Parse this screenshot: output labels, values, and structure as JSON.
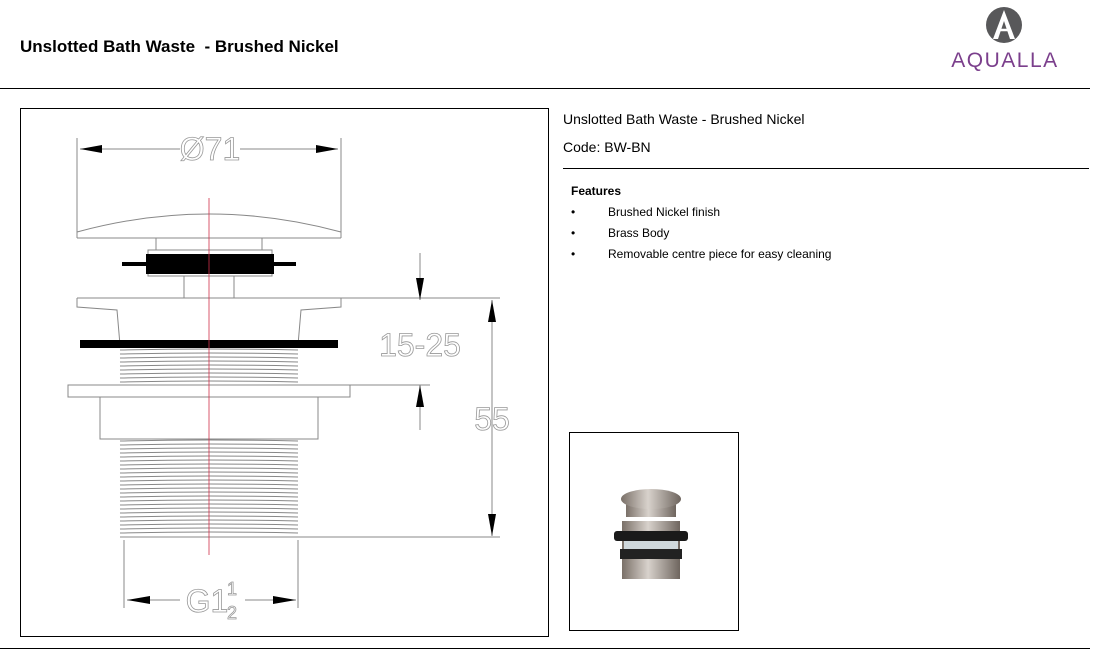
{
  "header": {
    "title": "Unslotted Bath Waste  - Brushed Nickel",
    "logo_text": "AQUALLA",
    "logo_icon": "a-circle-logo"
  },
  "product": {
    "name": "Unslotted Bath Waste - Brushed Nickel",
    "code": "Code: BW-BN"
  },
  "features": {
    "heading": "Features",
    "bullet": "•",
    "items": [
      "Brushed Nickel finish",
      "Brass Body",
      "Removable  centre piece for easy cleaning"
    ]
  },
  "drawing": {
    "diameter": "Ø71",
    "range": "15-25",
    "height": "55",
    "thread": "G1",
    "thread_num": "1",
    "thread_den": "2"
  },
  "colors": {
    "brand": "#7b3f8c",
    "logo_grey": "#58585a",
    "centerline": "#d0304a"
  }
}
